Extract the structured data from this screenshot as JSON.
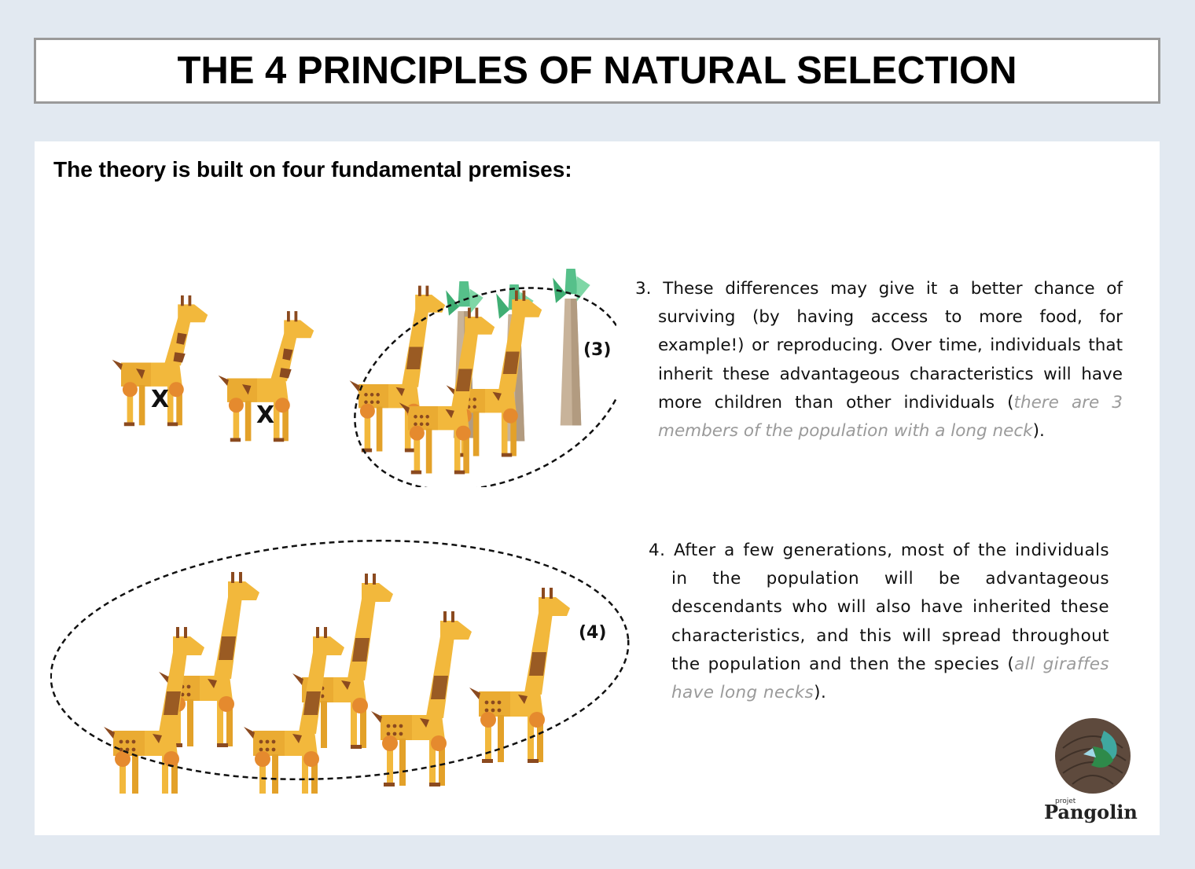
{
  "header": {
    "title": "THE 4 PRINCIPLES OF NATURAL SELECTION"
  },
  "intro": "The theory is built on four fundamental premises:",
  "premise3": {
    "number": "3.",
    "text": "These differences may give it a better chance of surviving (by having access to more food, for example!) or reproducing. Over time, individuals that inherit these advantageous characteristics will have more children than other individuals (",
    "note": "there are 3 members of the population with a long neck",
    "close": ")."
  },
  "premise4": {
    "number": "4.",
    "text": "After a few generations, most of the individuals in the population will be advantageous descendants who will also have inherited these characteristics, and this will spread throughout the population and then the species (",
    "note": "all giraffes have long necks",
    "close": ")."
  },
  "figure3": {
    "label": "(3)"
  },
  "figure4": {
    "label": "(4)"
  },
  "logo": {
    "small": "projet",
    "name": "Pangolin"
  },
  "colors": {
    "giraffe": "#f2b83c",
    "giraffe_shade": "#e3a129",
    "spot": "#8b4a1f",
    "knee": "#e58a2e",
    "tree": "#c8b39a",
    "leaf": "#56c08a",
    "accent_bg": "#e2e9f1"
  }
}
